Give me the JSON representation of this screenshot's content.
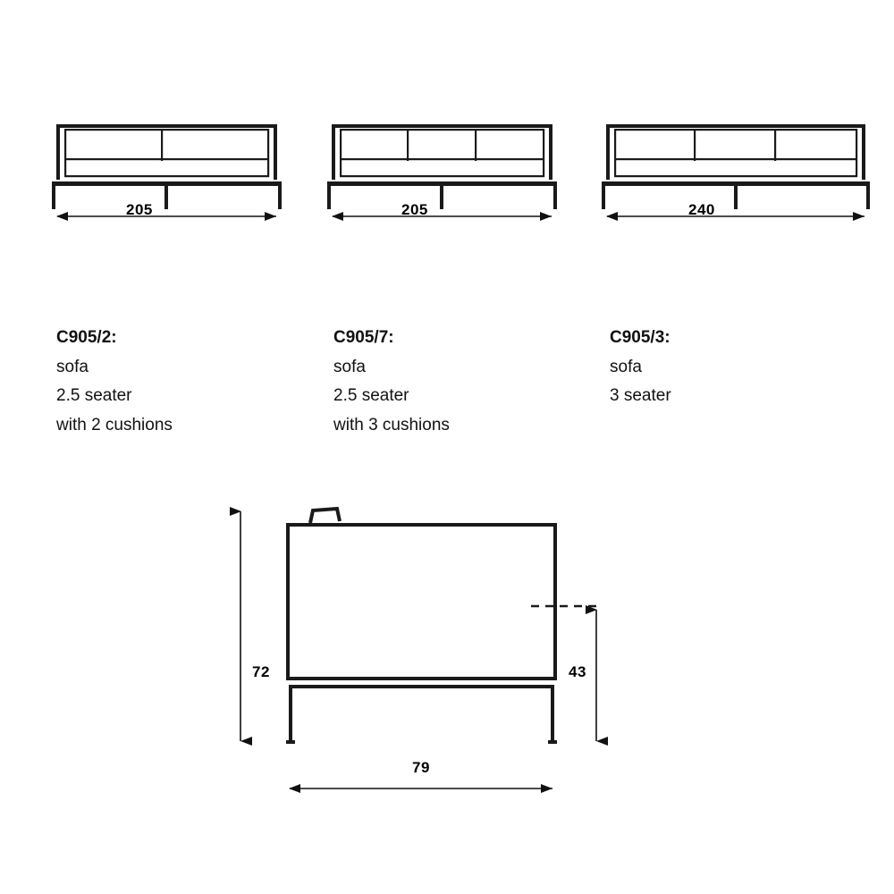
{
  "document": {
    "type": "technical-dimension-drawing",
    "subject": "sofa",
    "units": "cm",
    "line_color": "#1a1a1a",
    "background_color": "#ffffff"
  },
  "front_views": [
    {
      "id": "view-c905-2",
      "seats": 2,
      "cushions": 2,
      "width_label": "205",
      "spec": {
        "code": "C905/2:",
        "line1": "sofa",
        "line2": "2.5 seater",
        "line3": "with 2 cushions"
      }
    },
    {
      "id": "view-c905-7",
      "seats": 3,
      "cushions": 3,
      "width_label": "205",
      "spec": {
        "code": "C905/7:",
        "line1": "sofa",
        "line2": "2.5 seater",
        "line3": "with 3 cushions"
      }
    },
    {
      "id": "view-c905-3",
      "seats": 3,
      "cushions": 3,
      "width_label": "240",
      "spec": {
        "code": "C905/3:",
        "line1": "sofa",
        "line2": "3 seater",
        "line3": ""
      }
    }
  ],
  "side_view": {
    "id": "view-side-section",
    "total_height_label": "72",
    "back_height_label": "43",
    "depth_label": "79"
  }
}
